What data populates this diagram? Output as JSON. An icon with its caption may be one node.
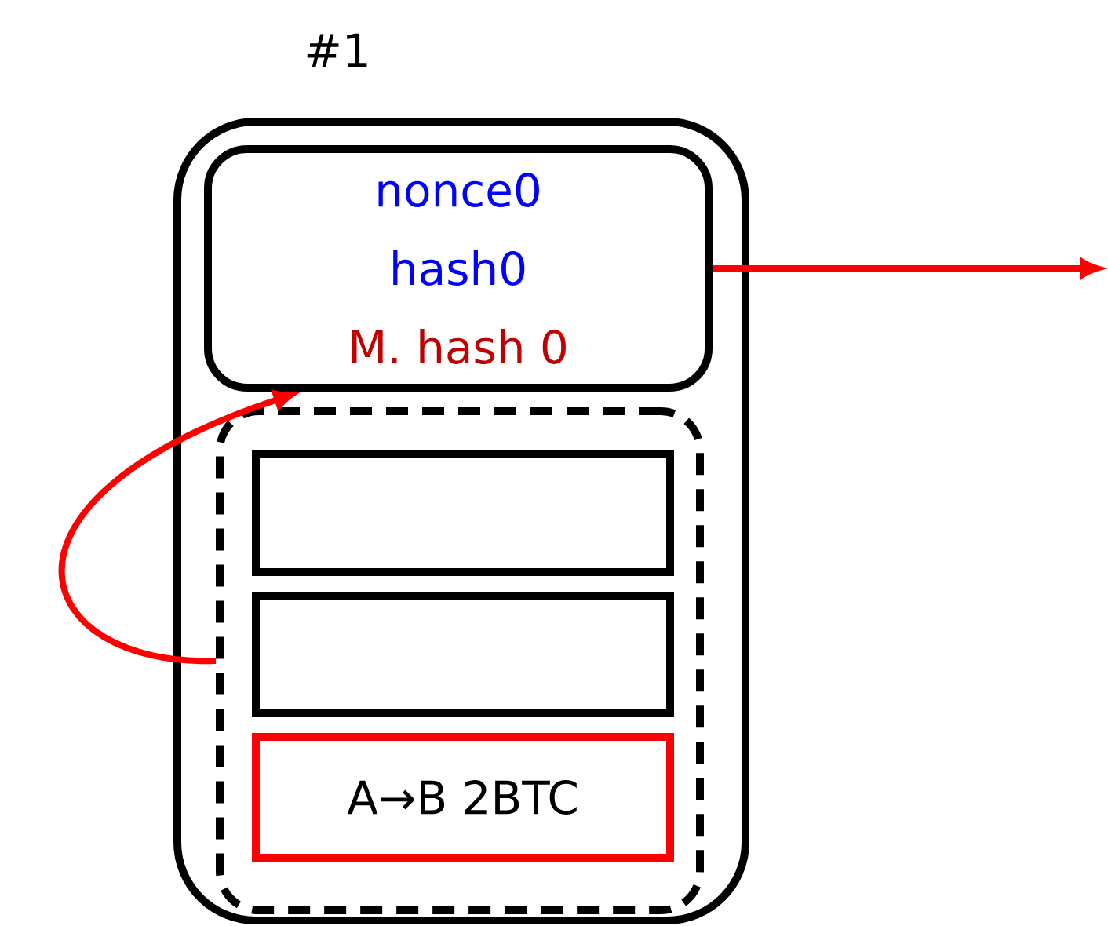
{
  "diagram": {
    "nodes": [
      {
        "text": [
          "#1"
        ]
      },
      {
        "text": [
          "nonce0",
          "hash0",
          "M. hash 0"
        ],
        "in": 0
      },
      {
        "text": [],
        "shape": "box",
        "in": 0
      },
      {
        "text": [],
        "shape": "box",
        "in": 2
      },
      {
        "text": [],
        "shape": "box",
        "in": 2
      },
      {
        "text": [
          "A→B 2BTC"
        ],
        "in": 2
      }
    ],
    "edges": [
      {
        "from": 1,
        "to": null,
        "arrow": "to",
        "color": "#ff0000"
      },
      {
        "from": 2,
        "to": 1,
        "arrow": "to",
        "color": "#ff0000"
      }
    ]
  }
}
